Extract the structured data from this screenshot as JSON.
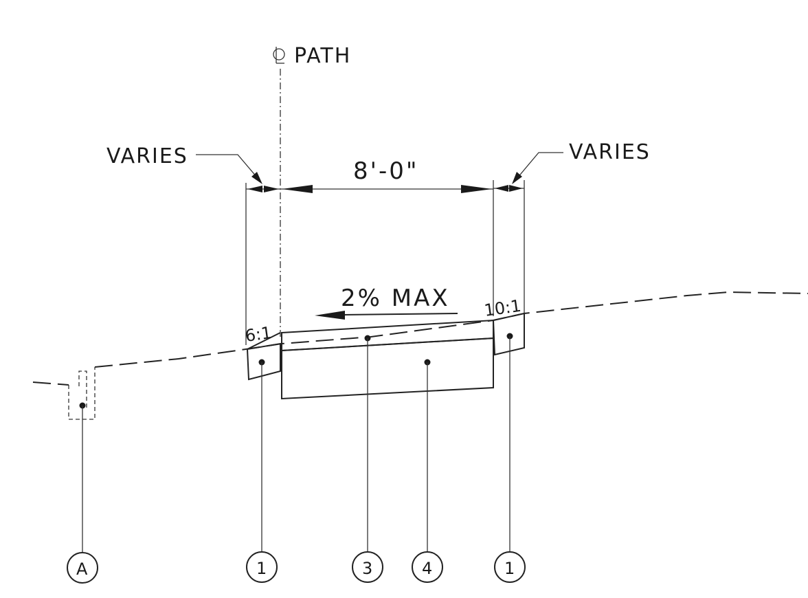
{
  "centerline_label": "PATH",
  "centerline_symbol": "CL",
  "dimensions": {
    "left_varies": "VARIES",
    "right_varies": "VARIES",
    "path_width": "8'-0\""
  },
  "slopes": {
    "cross_slope": "2% MAX",
    "left_side_slope": "6:1",
    "right_side_slope": "10:1"
  },
  "callouts": [
    {
      "id": "A"
    },
    {
      "id": "1"
    },
    {
      "id": "3"
    },
    {
      "id": "4"
    },
    {
      "id": "1"
    }
  ]
}
